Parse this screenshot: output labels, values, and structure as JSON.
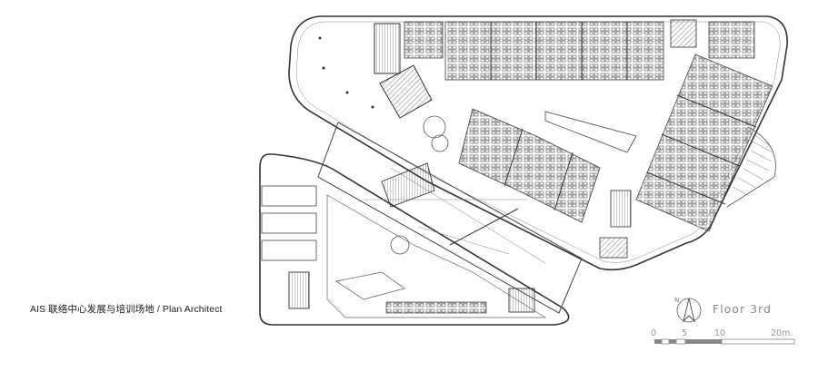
{
  "caption": "AIS 联络中心发展与培训场地 / Plan Architect",
  "floor_label": "Floor 3rd",
  "scale": {
    "zero": "0",
    "mid1": "5",
    "mid2": "10",
    "end": "20m."
  },
  "colors": {
    "line": "#333333",
    "light": "#9a9a9a",
    "background": "#ffffff"
  }
}
